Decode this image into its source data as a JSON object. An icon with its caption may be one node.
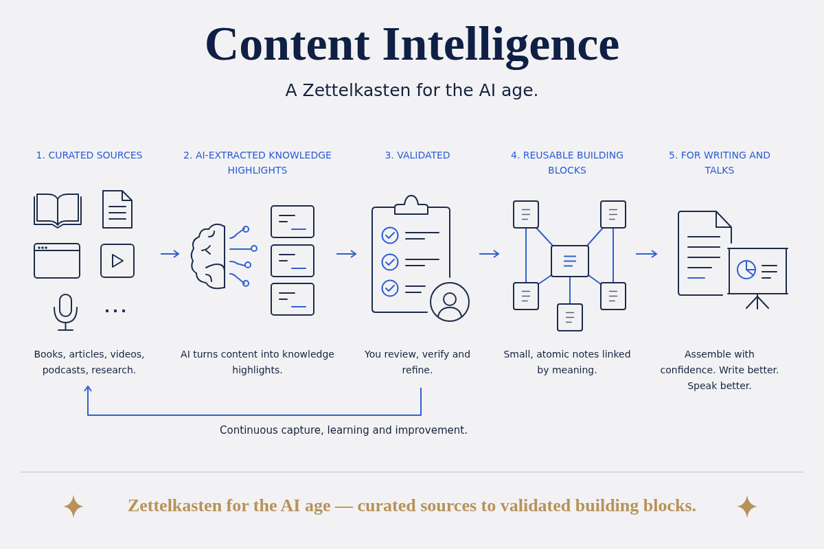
{
  "diagram": {
    "title": "Content Intelligence",
    "nodes": [
      {
        "text": [
          "1. CURATED SOURCES",
          "Books, articles, videos, podcasts, research."
        ]
      },
      {
        "text": [
          "2. AI-EXTRACTED KNOWLEDGE HIGHLIGHTS",
          "AI turns content into knowledge highlights."
        ]
      },
      {
        "text": [
          "3. VALIDATED",
          "You review, verify and refine."
        ]
      },
      {
        "text": [
          "4. REUSABLE BUILDING BLOCKS",
          "Small, atomic notes linked by meaning."
        ]
      },
      {
        "text": [
          "5. FOR WRITING AND TALKS",
          "Assemble with confidence. Write better. Speak better."
        ]
      }
    ],
    "edges": [
      {
        "from": 0,
        "to": 1,
        "arrow": "to"
      },
      {
        "from": 1,
        "to": 2,
        "arrow": "to"
      },
      {
        "from": 2,
        "to": 3,
        "arrow": "to"
      },
      {
        "from": 3,
        "to": 4,
        "arrow": "to"
      },
      {
        "from": 2,
        "to": 0,
        "arrow": "to",
        "label": "Continuous capture, learning and improvement."
      }
    ],
    "labels": [
      "A Zettelkasten for the AI age.",
      "Zettelkasten for the AI age — curated sources to validated building blocks."
    ]
  }
}
